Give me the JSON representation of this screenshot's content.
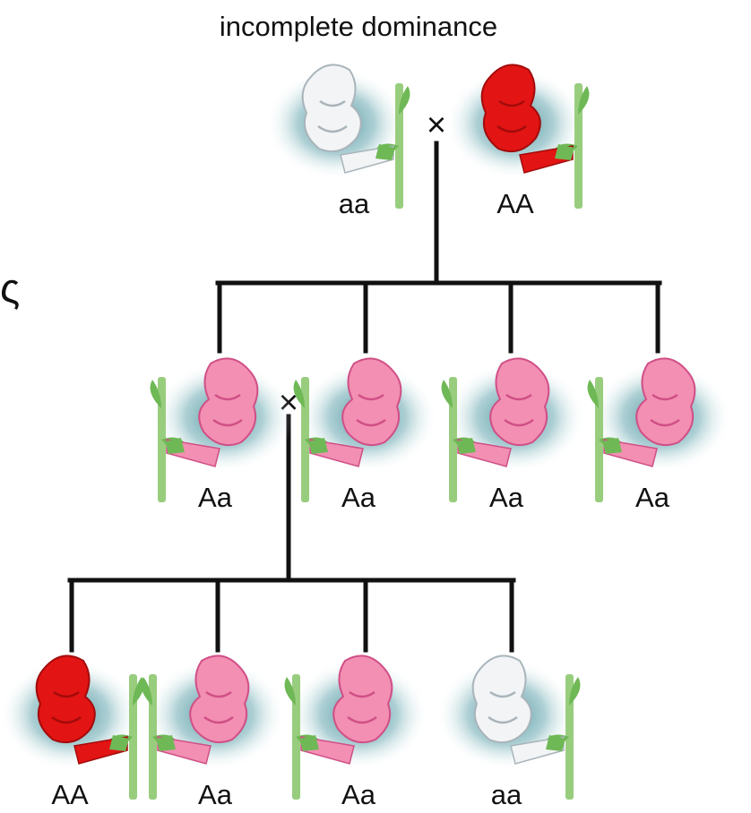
{
  "title": "incomplete dominance",
  "cross_symbol": "×",
  "edge_glyph": "ς",
  "colors": {
    "red": "#e21414",
    "red_dark": "#a30b0b",
    "pink": "#f28fb2",
    "pink_dark": "#d04f86",
    "white": "#f2f4f5",
    "white_dark": "#a9b4ba",
    "stem": "#98cd7e",
    "leaf": "#6fb856",
    "glow": "#3f8d98",
    "line": "#111111"
  },
  "generations": {
    "parents": [
      {
        "genotype": "aa",
        "color": "white"
      },
      {
        "genotype": "AA",
        "color": "red"
      }
    ],
    "f1": [
      {
        "genotype": "Aa",
        "color": "pink"
      },
      {
        "genotype": "Aa",
        "color": "pink"
      },
      {
        "genotype": "Aa",
        "color": "pink"
      },
      {
        "genotype": "Aa",
        "color": "pink"
      }
    ],
    "f2": [
      {
        "genotype": "AA",
        "color": "red"
      },
      {
        "genotype": "Aa",
        "color": "pink"
      },
      {
        "genotype": "Aa",
        "color": "pink"
      },
      {
        "genotype": "aa",
        "color": "white"
      }
    ]
  }
}
